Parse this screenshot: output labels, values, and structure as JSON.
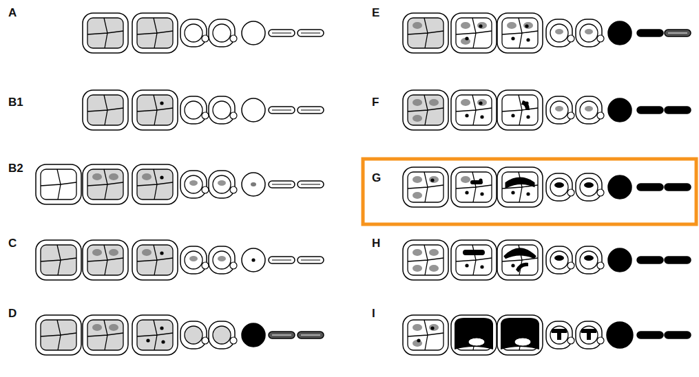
{
  "diagram": {
    "labels": [
      "A",
      "B1",
      "B2",
      "C",
      "D",
      "E",
      "F",
      "G",
      "H",
      "I"
    ]
  }
}
